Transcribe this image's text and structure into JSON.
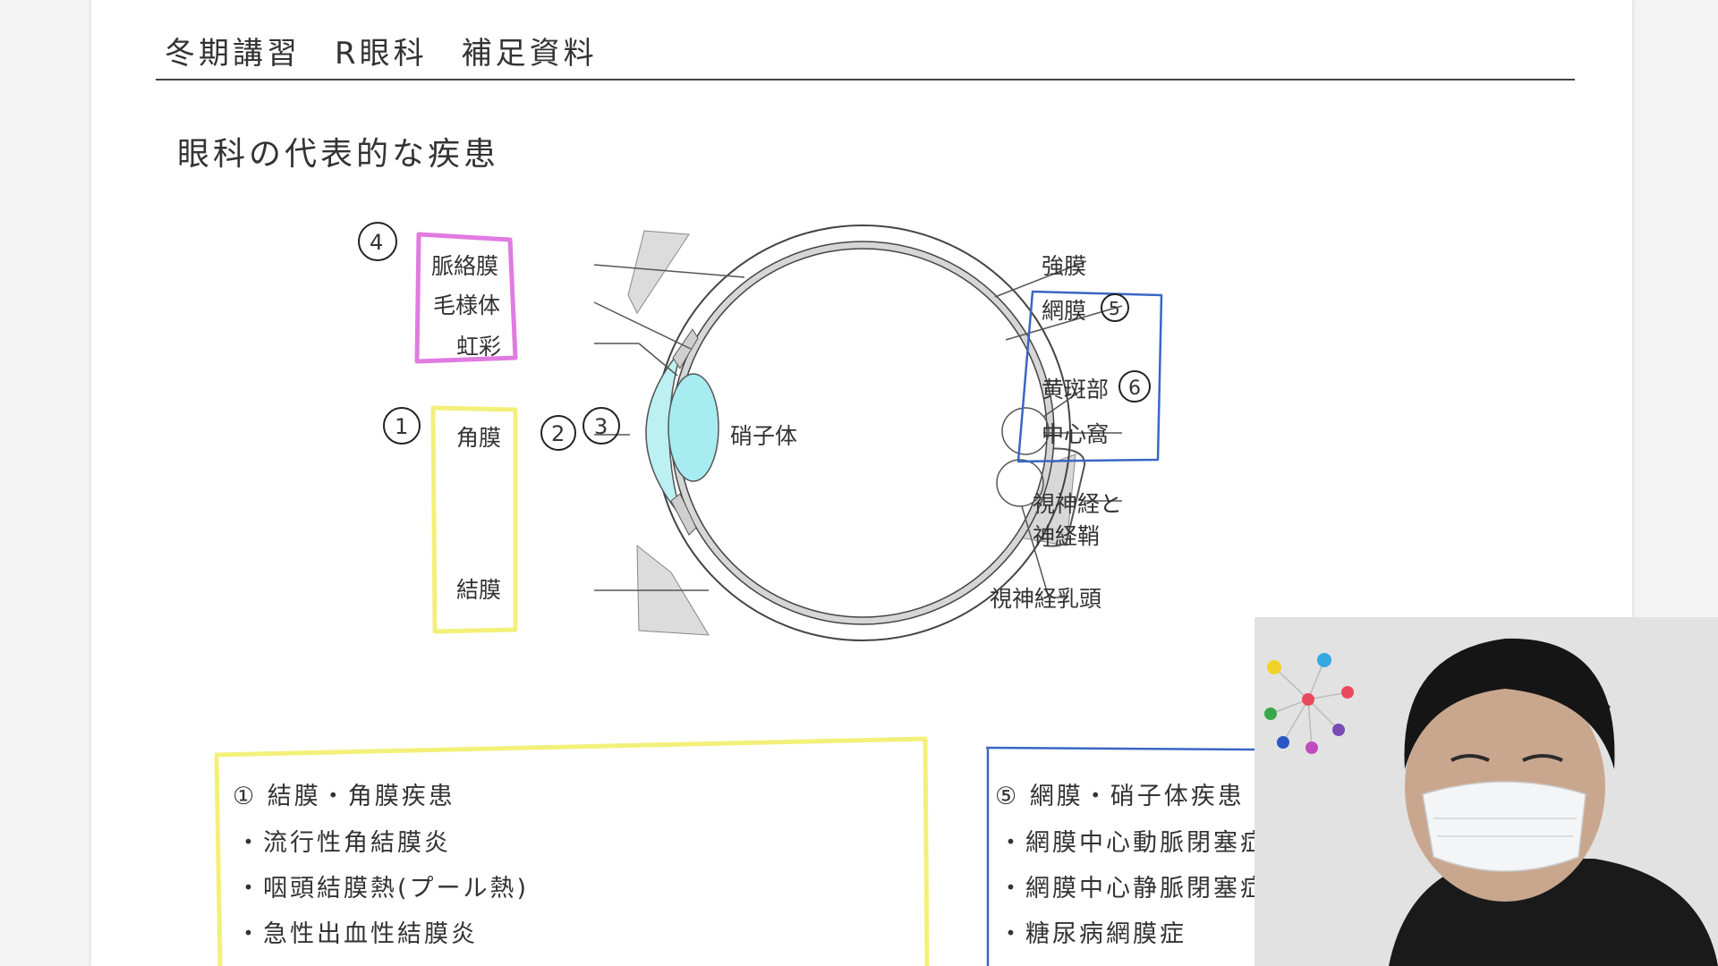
{
  "header": {
    "title": "冬期講習　R眼科　補足資料"
  },
  "section": {
    "heading": "眼科の代表的な疾患"
  },
  "diagram": {
    "center_label": "硝子体",
    "left_labels": {
      "choroid": "脈絡膜",
      "ciliary": "毛様体",
      "iris": "虹彩",
      "cornea": "角膜",
      "conjunctiva": "結膜"
    },
    "right_labels": {
      "sclera": "強膜",
      "retina": "網膜",
      "macula": "黄斑部",
      "fovea": "中心窩",
      "optic_nerve_1": "視神経と",
      "optic_nerve_2": "神経鞘",
      "optic_disc": "視神経乳頭"
    },
    "annotations": {
      "n1": "1",
      "n2": "2",
      "n3": "3",
      "n4": "4",
      "n5": "5",
      "n6": "6"
    },
    "colors": {
      "pink": "#e07be0",
      "yellow": "#f3f07a",
      "blue": "#3a66c4",
      "lens_cyan": "#8fe3ea"
    }
  },
  "box_conjunctiva": {
    "title": "①  結膜・角膜疾患",
    "items": [
      "・流行性角結膜炎",
      "・咽頭結膜熱(プール熱)",
      "・急性出血性結膜炎"
    ]
  },
  "box_retina": {
    "title": "⑤  網膜・硝子体疾患",
    "items": [
      "・網膜中心動脈閉塞症",
      "・網膜中心静脈閉塞症",
      "・糖尿病網膜症"
    ]
  },
  "webcam": {
    "close_glyph": "×"
  }
}
